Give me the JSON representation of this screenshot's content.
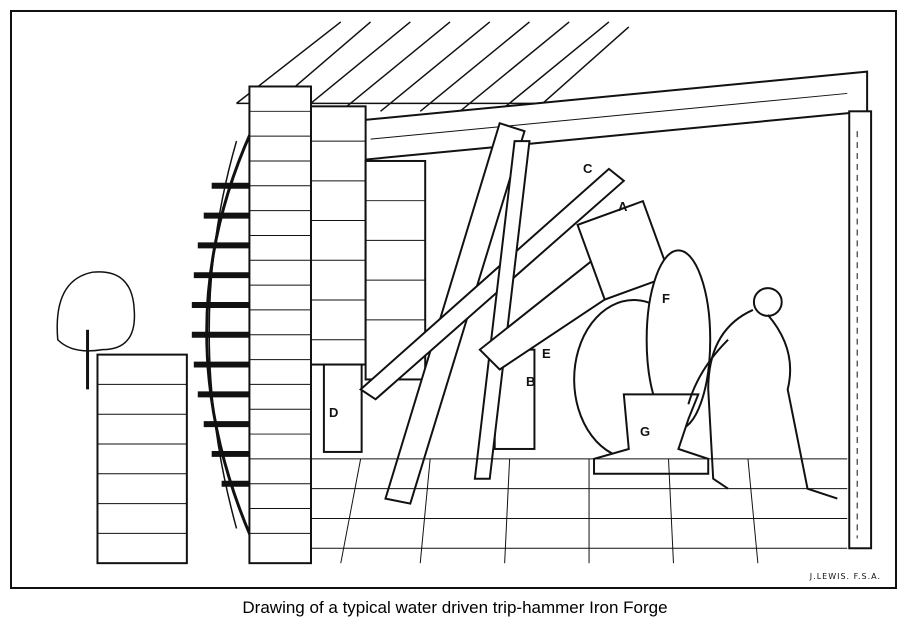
{
  "illustration": {
    "part_labels": [
      "A",
      "B",
      "C",
      "D",
      "E",
      "F",
      "G"
    ],
    "signature": "J.LEWIS. F.S.A."
  },
  "caption": "Drawing of a typical water driven trip-hammer Iron Forge"
}
